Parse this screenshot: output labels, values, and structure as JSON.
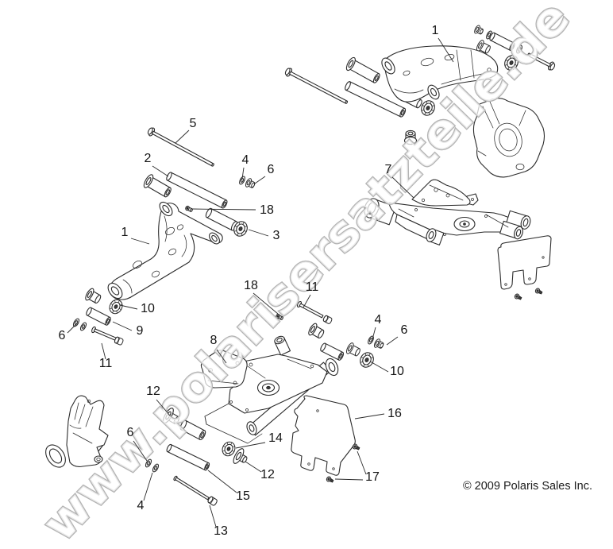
{
  "diagram": {
    "watermark": "www.polarisersatzteile.de",
    "copyright": "© 2009 Polaris Sales Inc.",
    "colors": {
      "line": "#2b2b2b",
      "watermark": "#b4b4b4",
      "background": "#ffffff"
    },
    "callouts": [
      {
        "label": "1"
      },
      {
        "label": "5"
      },
      {
        "label": "2"
      },
      {
        "label": "4"
      },
      {
        "label": "6"
      },
      {
        "label": "18"
      },
      {
        "label": "1"
      },
      {
        "label": "3"
      },
      {
        "label": "7"
      },
      {
        "label": "18"
      },
      {
        "label": "11"
      },
      {
        "label": "10"
      },
      {
        "label": "9"
      },
      {
        "label": "6"
      },
      {
        "label": "11"
      },
      {
        "label": "8"
      },
      {
        "label": "4"
      },
      {
        "label": "6"
      },
      {
        "label": "10"
      },
      {
        "label": "12"
      },
      {
        "label": "6"
      },
      {
        "label": "14"
      },
      {
        "label": "12"
      },
      {
        "label": "16"
      },
      {
        "label": "15"
      },
      {
        "label": "17"
      },
      {
        "label": "4"
      },
      {
        "label": "13"
      }
    ]
  }
}
